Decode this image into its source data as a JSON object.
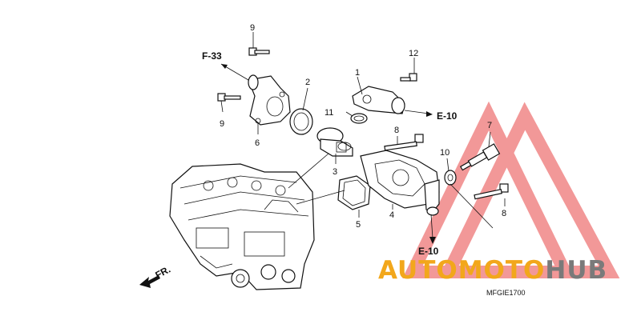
{
  "callouts": {
    "p1": "1",
    "p2": "2",
    "p3": "3",
    "p4": "4",
    "p5": "5",
    "p6": "6",
    "p7": "7",
    "p8a": "8",
    "p8b": "8",
    "p9a": "9",
    "p9b": "9",
    "p10": "10",
    "p11": "11",
    "p12": "12"
  },
  "refs": {
    "f33": "F-33",
    "e10a": "E-10",
    "e10b": "E-10"
  },
  "direction_label": "FR.",
  "diagram_code": "MFGIE1700",
  "watermark": {
    "part1": "AUTOMOTO",
    "part2": "HUB"
  },
  "colors": {
    "accent_orange": "#f2a71b",
    "accent_red": "#e84545",
    "watermark_gray": "#7a7a7a",
    "line": "#111111"
  },
  "icons": {
    "direction": "arrow-left-down-icon",
    "watermark": "triangle-logo-icon"
  }
}
